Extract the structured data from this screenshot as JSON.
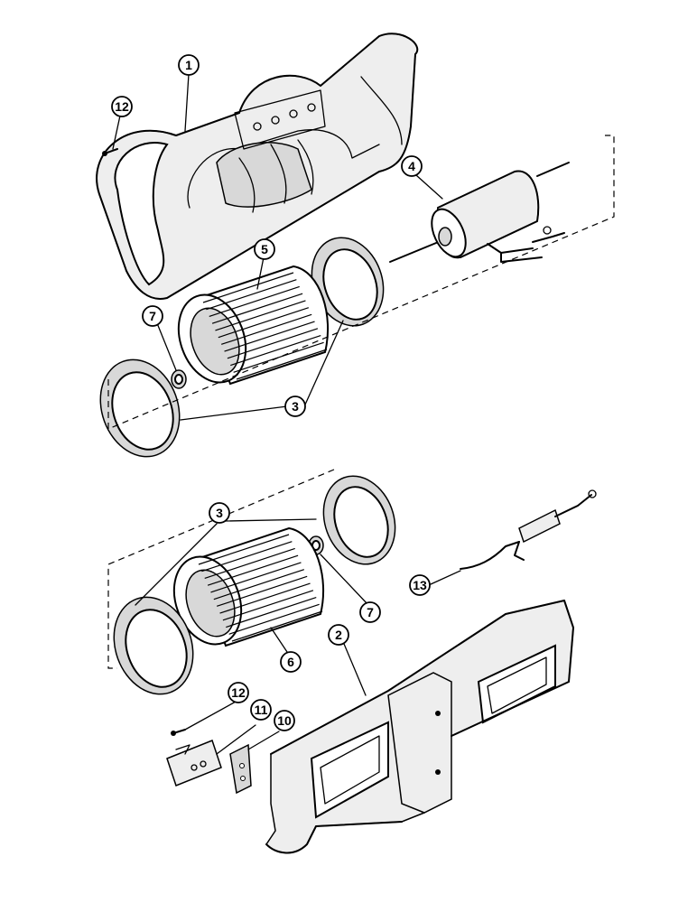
{
  "callouts": {
    "c1": "1",
    "c2": "2",
    "c3a": "3",
    "c3b": "3",
    "c4": "4",
    "c5": "5",
    "c6": "6",
    "c7a": "7",
    "c7b": "7",
    "c10": "10",
    "c11": "11",
    "c12a": "12",
    "c12b": "12",
    "c13": "13"
  },
  "colors": {
    "line": "#000000",
    "background": "#ffffff",
    "shade": "#d8d8d8"
  }
}
